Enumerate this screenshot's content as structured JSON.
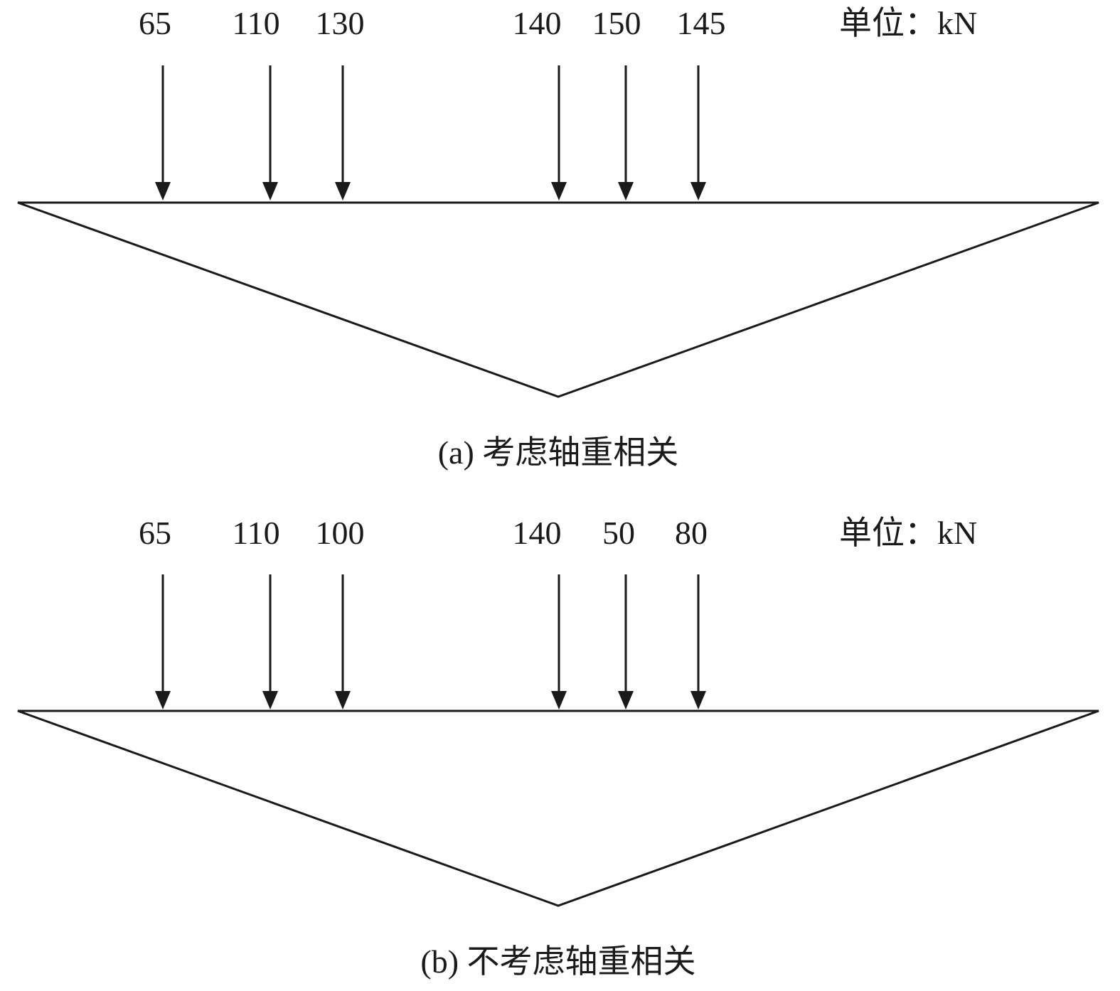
{
  "diagrams": [
    {
      "id": "a",
      "loads": [
        "65",
        "110",
        "130",
        "140",
        "150",
        "145"
      ],
      "unit_label": "单位：kN",
      "caption": "(a) 考虑轴重相关"
    },
    {
      "id": "b",
      "loads": [
        "65",
        "110",
        "100",
        "140",
        "50",
        "80"
      ],
      "unit_label": "单位：kN",
      "caption": "(b) 不考虑轴重相关"
    }
  ],
  "colors": {
    "stroke": "#1a1a1a",
    "background": "#ffffff"
  }
}
